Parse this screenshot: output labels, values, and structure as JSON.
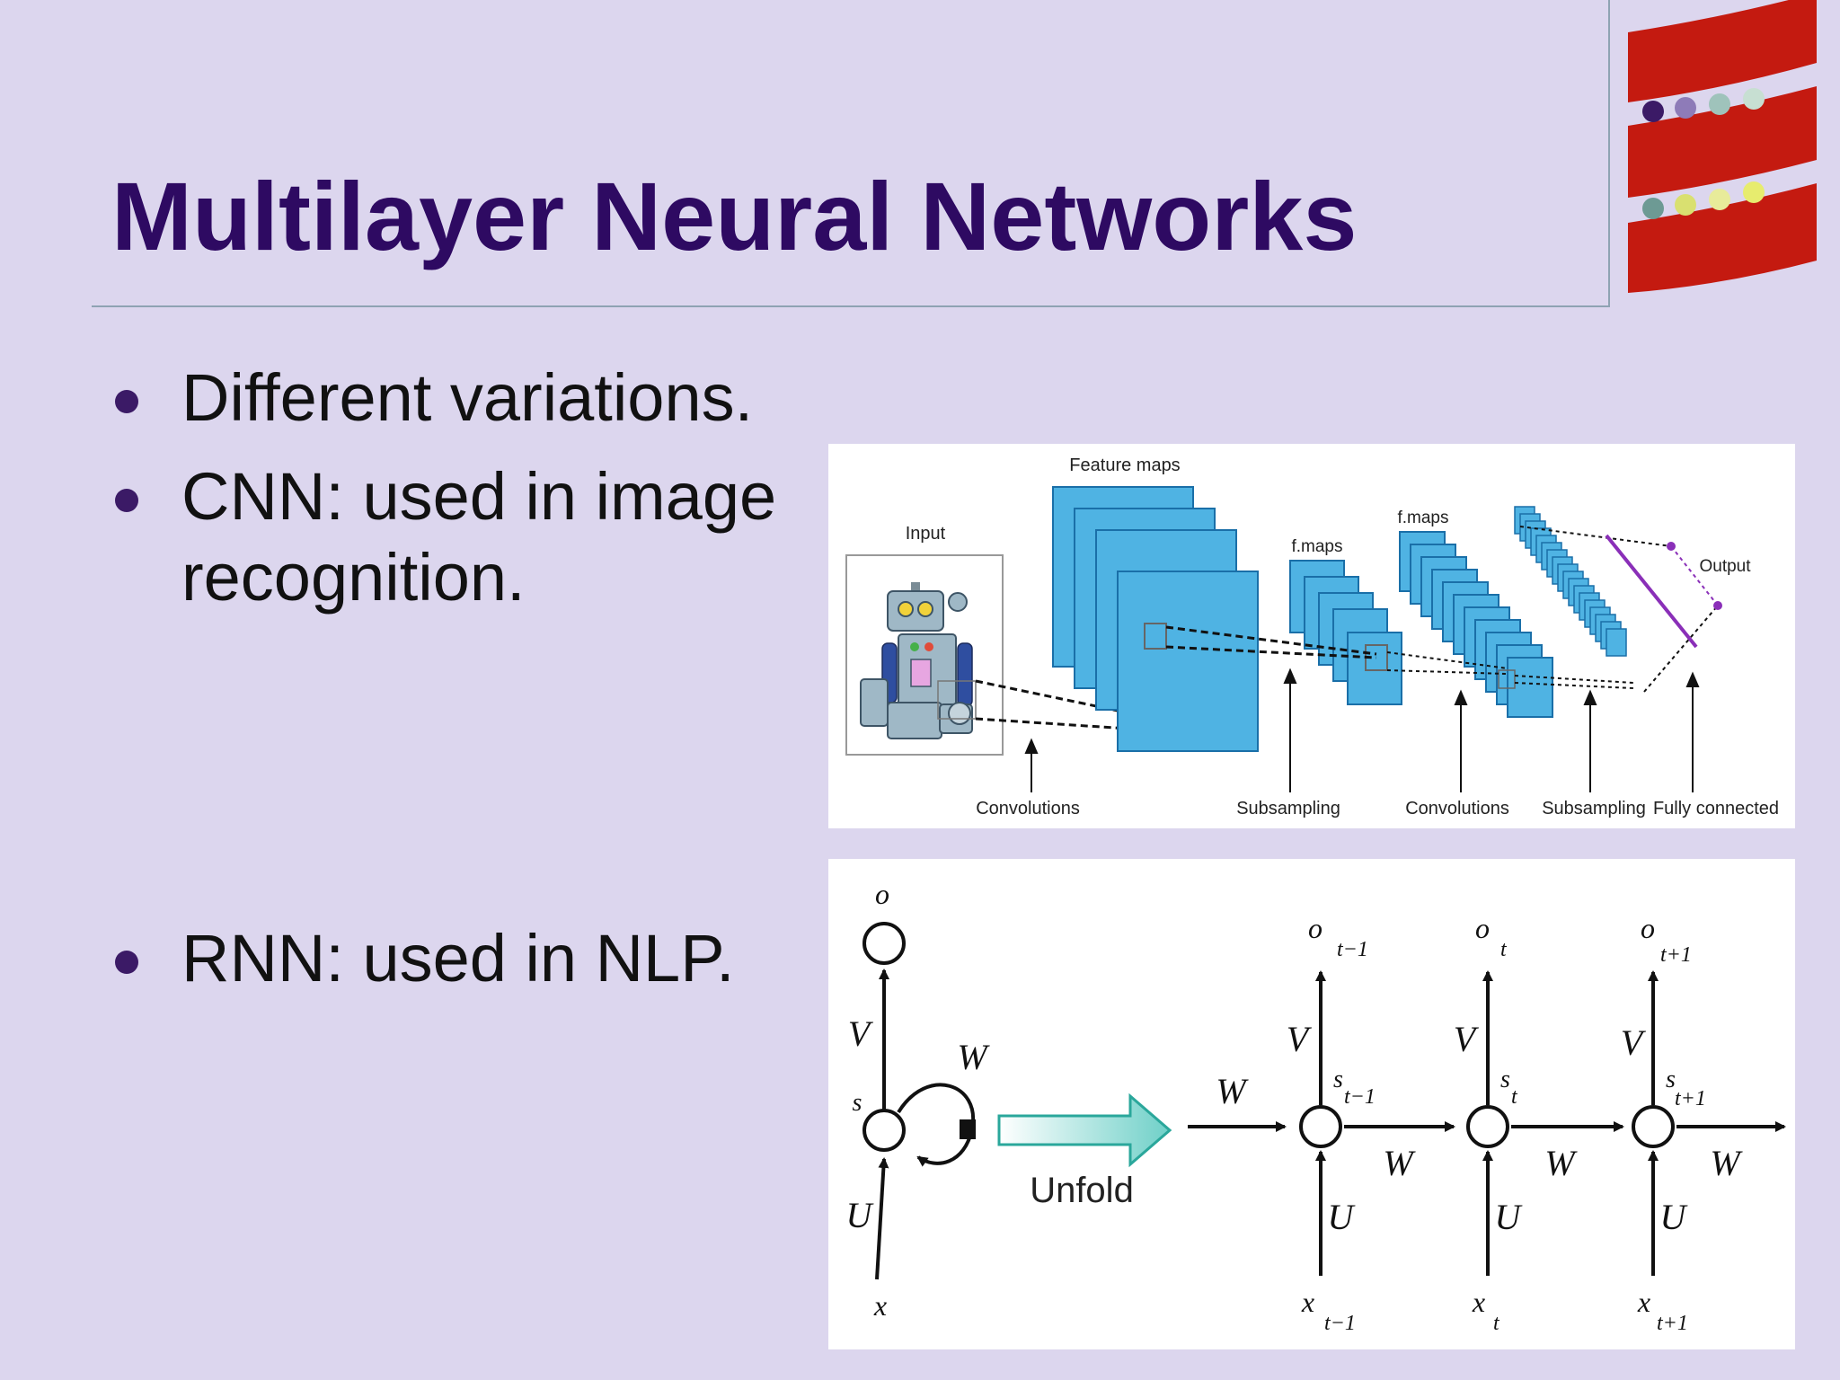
{
  "slide": {
    "title": "Multilayer Neural Networks",
    "bullets": [
      {
        "line1": "Different variations.",
        "line2": ""
      },
      {
        "line1": "CNN: used in image",
        "line2": "recognition."
      },
      {
        "line1": "RNN: used in NLP.",
        "line2": ""
      }
    ]
  },
  "cnn_figure": {
    "labels": {
      "input": "Input",
      "feature_maps": "Feature maps",
      "fmaps_1": "f.maps",
      "fmaps_2": "f.maps",
      "output": "Output",
      "convolutions_1": "Convolutions",
      "subsampling_1": "Subsampling",
      "convolutions_2": "Convolutions",
      "subsampling_2": "Subsampling",
      "fully_connected": "Fully connected"
    },
    "colors": {
      "map_fill": "#4fb3e3",
      "map_stroke": "#1a6fa8",
      "output_line": "#8a2fb8"
    }
  },
  "rnn_figure": {
    "folded": {
      "o": "o",
      "v": "V",
      "s": "s",
      "w": "W",
      "u": "U",
      "x": "x"
    },
    "unfold_label": "Unfold",
    "w_in": "W",
    "steps": [
      {
        "o": "o",
        "o_sub": "t−1",
        "s": "s",
        "s_sub": "t−1",
        "x": "x",
        "x_sub": "t−1",
        "v": "V",
        "u": "U",
        "w": "W"
      },
      {
        "o": "o",
        "o_sub": "t",
        "s": "s",
        "s_sub": "t",
        "x": "x",
        "x_sub": "t",
        "v": "V",
        "u": "U",
        "w": "W"
      },
      {
        "o": "o",
        "o_sub": "t+1",
        "s": "s",
        "s_sub": "t+1",
        "x": "x",
        "x_sub": "t+1",
        "v": "V",
        "u": "U",
        "w": "W"
      }
    ],
    "colors": {
      "unfold_arrow": "#6fd0c8"
    }
  },
  "logo": {
    "icon": "scala-logo-icon",
    "color": "#c41a10"
  }
}
